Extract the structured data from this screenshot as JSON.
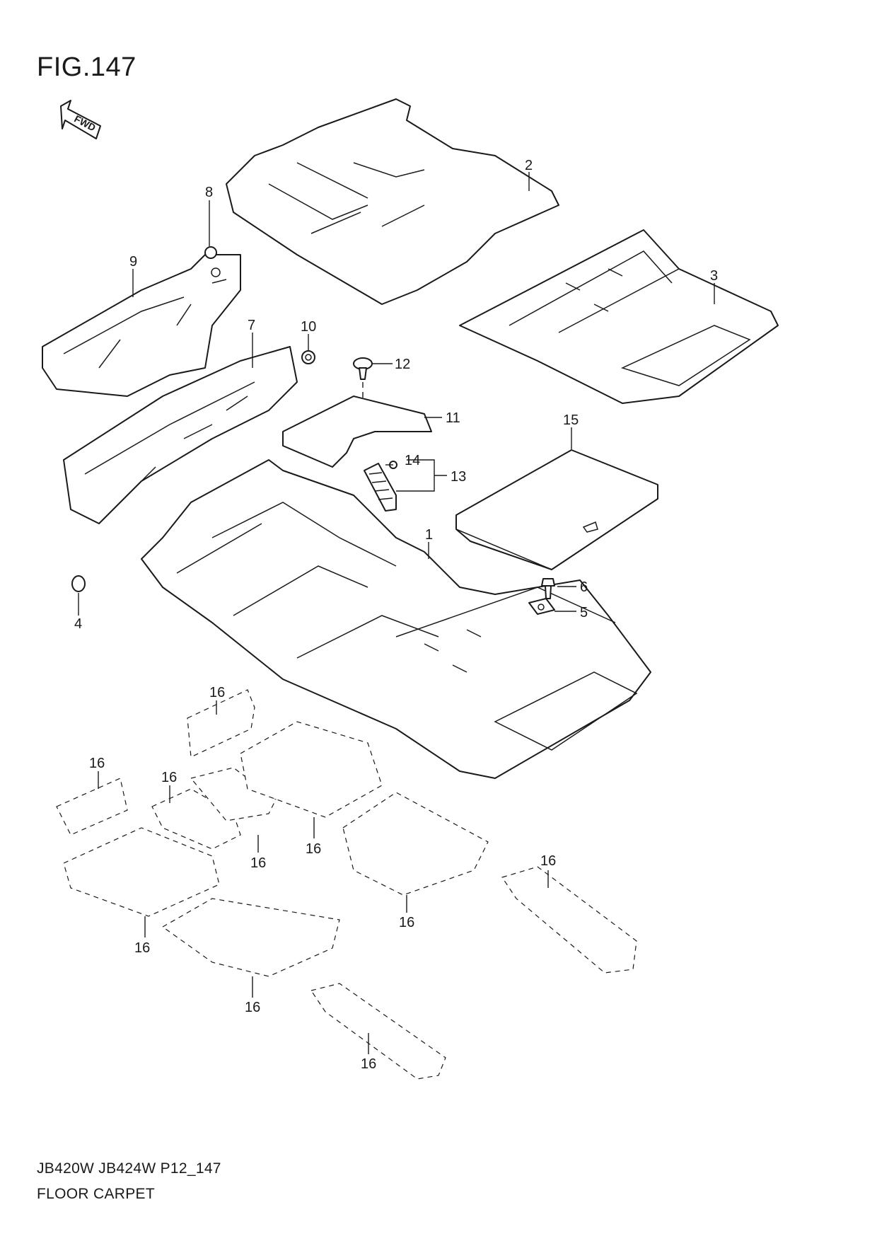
{
  "figure": {
    "title": "FIG.147",
    "direction_badge": "FWD",
    "direction_icon": "fwd-arrow-icon"
  },
  "callouts": [
    {
      "id": "c1",
      "label": "1"
    },
    {
      "id": "c2",
      "label": "2"
    },
    {
      "id": "c3",
      "label": "3"
    },
    {
      "id": "c4",
      "label": "4"
    },
    {
      "id": "c5",
      "label": "5"
    },
    {
      "id": "c6",
      "label": "6"
    },
    {
      "id": "c7",
      "label": "7"
    },
    {
      "id": "c8",
      "label": "8"
    },
    {
      "id": "c9",
      "label": "9"
    },
    {
      "id": "c10",
      "label": "10"
    },
    {
      "id": "c11",
      "label": "11"
    },
    {
      "id": "c12",
      "label": "12"
    },
    {
      "id": "c13",
      "label": "13"
    },
    {
      "id": "c14",
      "label": "14"
    },
    {
      "id": "c15",
      "label": "15"
    },
    {
      "id": "c16a",
      "label": "16"
    },
    {
      "id": "c16b",
      "label": "16"
    },
    {
      "id": "c16c",
      "label": "16"
    },
    {
      "id": "c16d",
      "label": "16"
    },
    {
      "id": "c16e",
      "label": "16"
    },
    {
      "id": "c16f",
      "label": "16"
    },
    {
      "id": "c16g",
      "label": "16"
    },
    {
      "id": "c16h",
      "label": "16"
    },
    {
      "id": "c16i",
      "label": "16"
    },
    {
      "id": "c16j",
      "label": "16"
    }
  ],
  "footer": {
    "model": "JB420W JB424W P12_147",
    "caption": "FLOOR CARPET"
  }
}
